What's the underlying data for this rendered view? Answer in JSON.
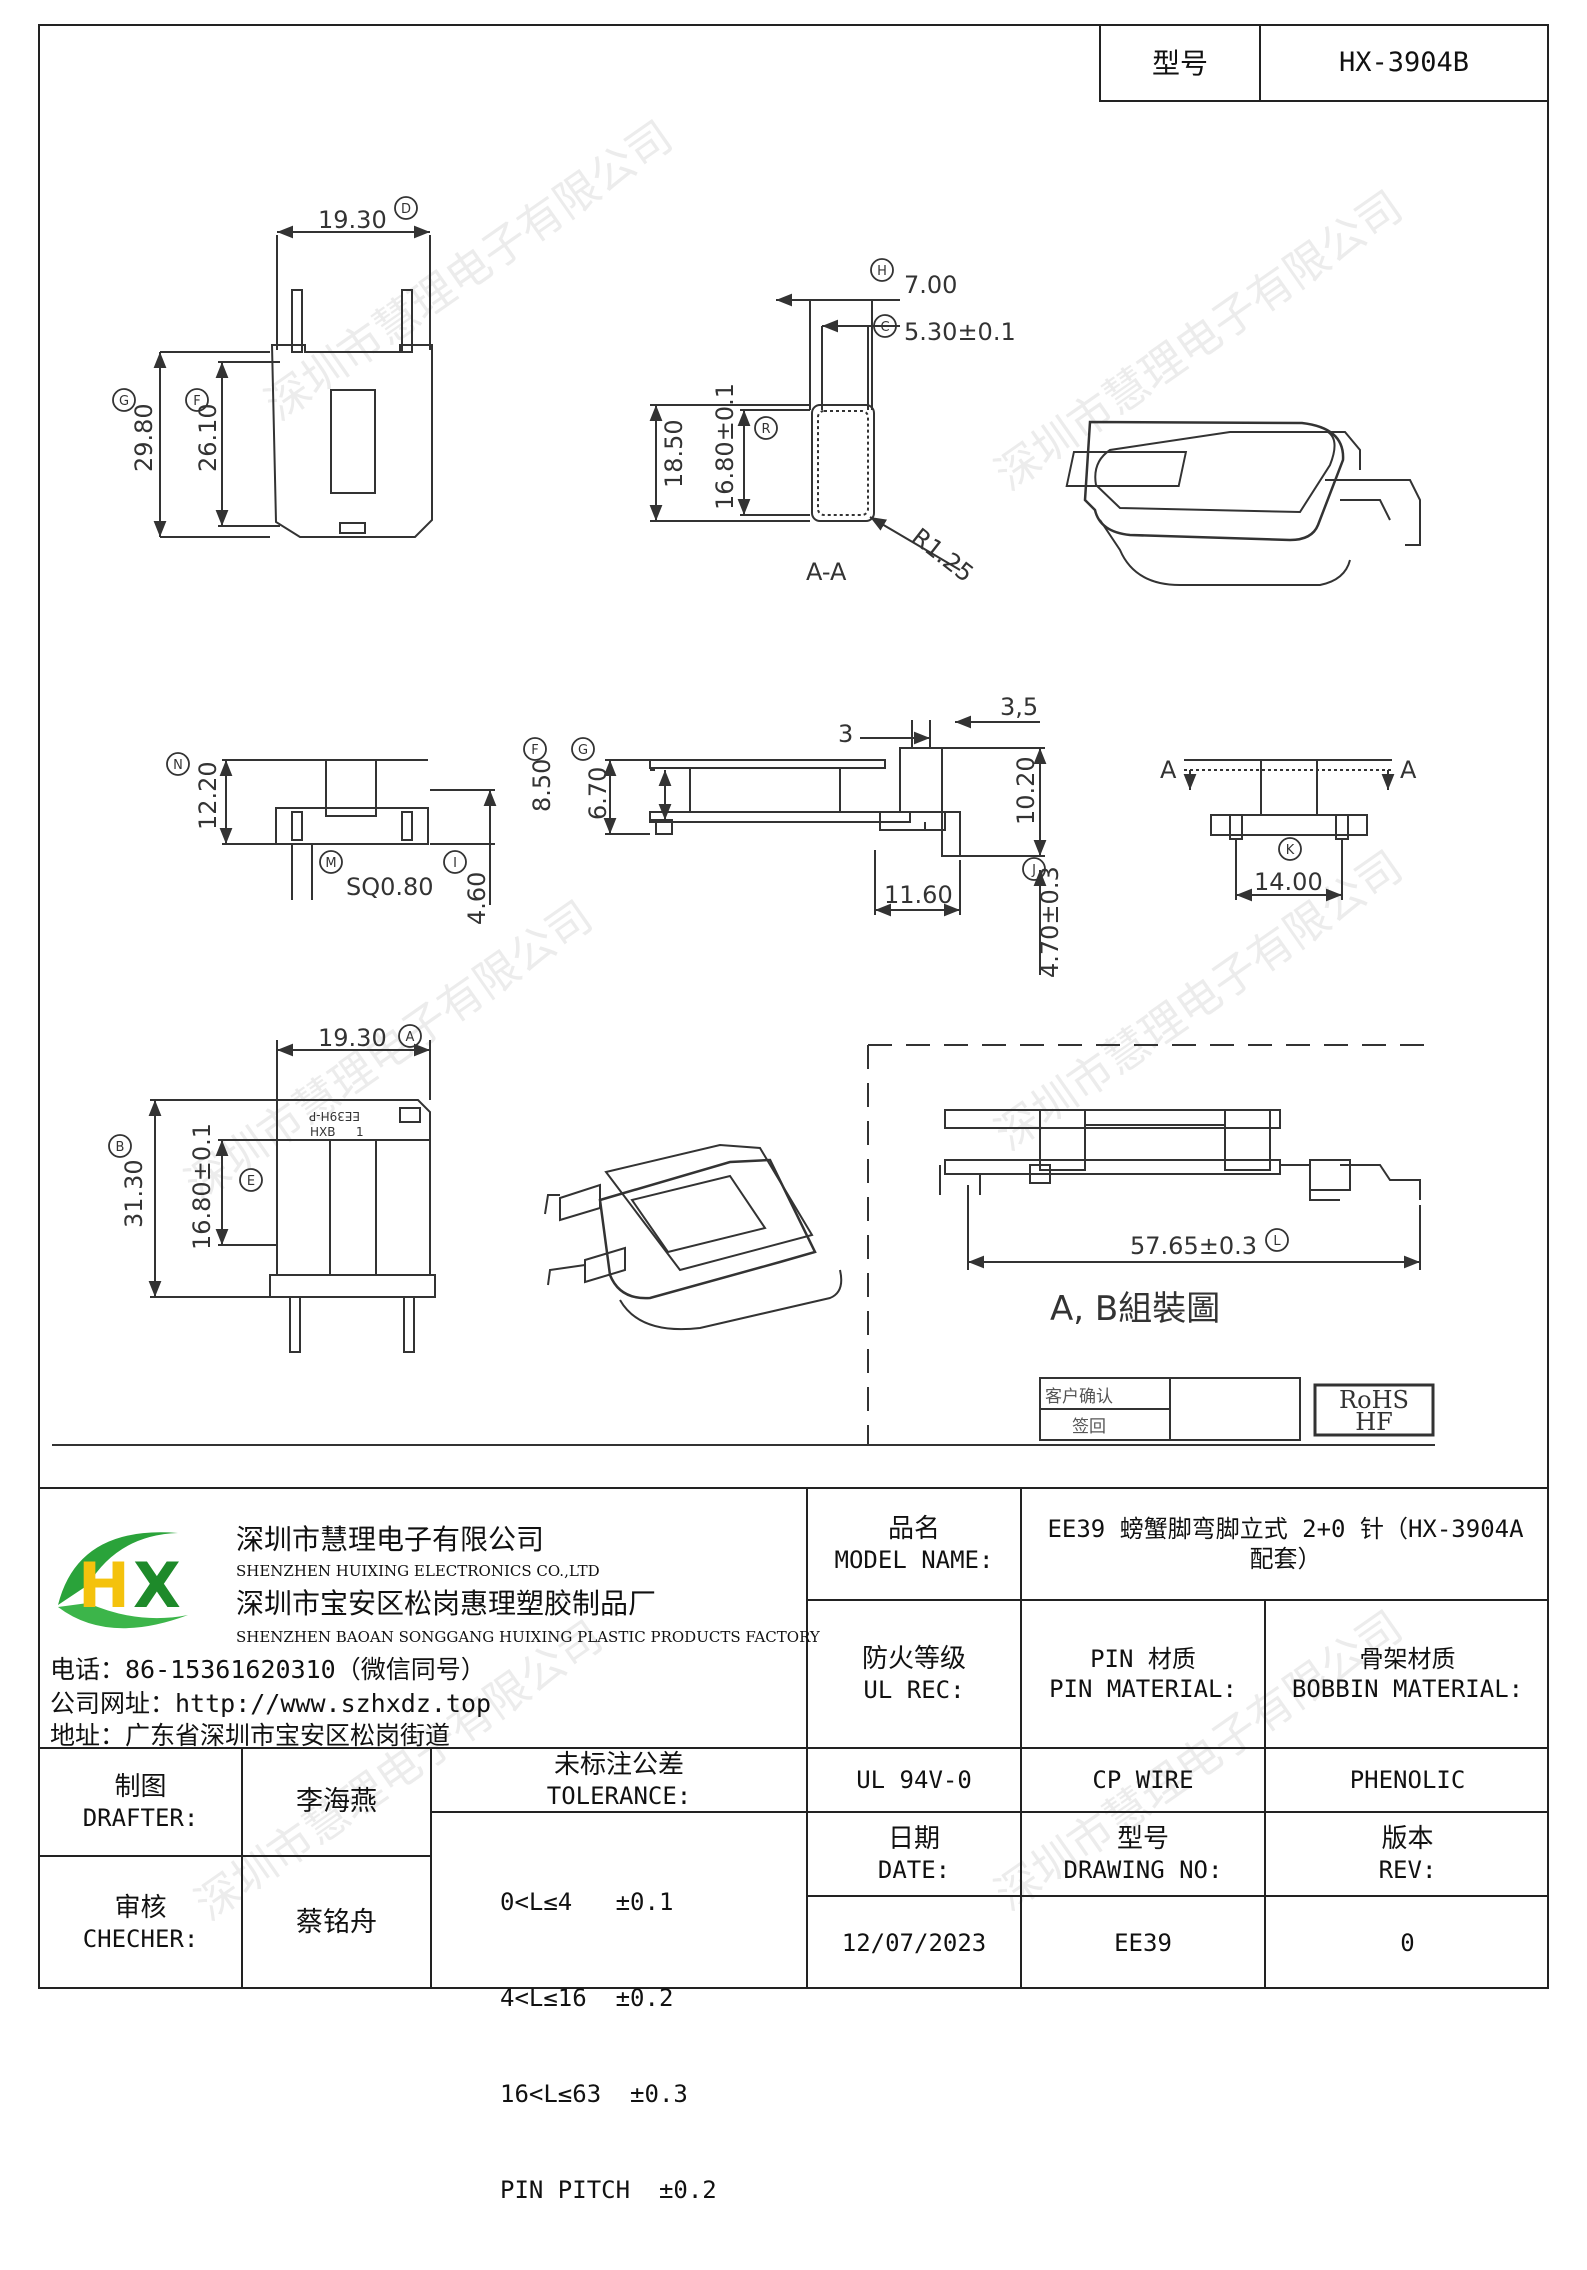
{
  "header": {
    "model_label": "型号",
    "model_value": "HX-3904B"
  },
  "watermark": "深圳市慧理电子有限公司",
  "drawing": {
    "dims": {
      "d1930_top": "19.30",
      "d2980": "29.80",
      "d2610": "26.10",
      "d700": "7.00",
      "d530": "5.30±0.1",
      "d1850": "18.50",
      "d1680a": "16.80±0.1",
      "dr125": "R1.25",
      "section_aa": "A-A",
      "d1220": "12.20",
      "dsq080": "SQ0.80",
      "d460": "4.60",
      "d850": "8.50",
      "d670": "6.70",
      "d3": "3",
      "d35": "3,5",
      "d1020": "10.20",
      "d1160": "11.60",
      "d470": "4.70±0.3",
      "d1400": "14.00",
      "a_left": "A",
      "a_right": "A",
      "d1930_bot": "19.30",
      "d3130": "31.30",
      "d1680b": "16.80±0.1",
      "d5765": "57.65±0.3"
    },
    "circle_labels": [
      "D",
      "H",
      "C",
      "G",
      "F",
      "R",
      "N",
      "M",
      "I",
      "F",
      "G",
      "J",
      "K",
      "A",
      "B",
      "E",
      "L"
    ],
    "bobbin_marks": {
      "code": "EE39H-P",
      "brand": "HXB",
      "num": "1"
    },
    "assembly_title": "A, B組裝圖",
    "confirm": {
      "line1": "客户确认",
      "line2": "签回"
    },
    "rohs": {
      "line1": "RoHS",
      "line2": "HF"
    }
  },
  "title_block": {
    "company_cn": "深圳市慧理电子有限公司",
    "company_en": "SHENZHEN HUIXING ELECTRONICS CO.,LTD",
    "factory_cn": "深圳市宝安区松岗惠理塑胶制品厂",
    "factory_en": "SHENZHEN BAOAN SONGGANG HUIXING PLASTIC PRODUCTS FACTORY",
    "phone": "电话：86-15361620310（微信同号）",
    "website": "公司网址：http://www.szhxdz.top",
    "address": "地址：广东省深圳市宝安区松岗街道",
    "logo_text": "HX",
    "model_name_cn": "品名",
    "model_name_en": "MODEL NAME:",
    "model_name_value_1": "EE39 螃蟹脚弯脚立式 2+0 针（HX-3904A",
    "model_name_value_2": "配套）",
    "ul_cn": "防火等级",
    "ul_en": "UL REC:",
    "pin_cn": "PIN 材质",
    "pin_en": "PIN MATERIAL:",
    "bobbin_cn": "骨架材质",
    "bobbin_en": "BOBBIN MATERIAL:",
    "ul_value": "UL 94V-0",
    "pin_value": "CP WIRE",
    "bobbin_value": "PHENOLIC",
    "drafter_cn": "制图",
    "drafter_en": "DRAFTER:",
    "drafter_name": "李海燕",
    "checker_cn": "审核",
    "checker_en": "CHECHER:",
    "checker_name": "蔡铭舟",
    "tol_cn": "未标注公差",
    "tol_en": "TOLERANCE:",
    "tol_lines": [
      "0<L≤4   ±0.1",
      "4<L≤16  ±0.2",
      "16<L≤63  ±0.3",
      "PIN PITCH  ±0.2"
    ],
    "date_cn": "日期",
    "date_en": "DATE:",
    "date_value": "12/07/2023",
    "dwg_cn": "型号",
    "dwg_en": "DRAWING NO:",
    "dwg_value": "EE39",
    "rev_cn": "版本",
    "rev_en": "REV:",
    "rev_value": "0"
  }
}
